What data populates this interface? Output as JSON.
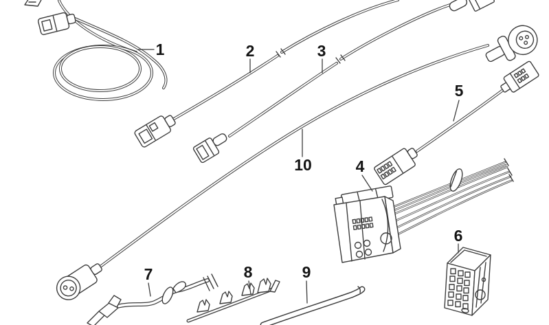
{
  "diagram": {
    "background_color": "#ffffff",
    "line_color": "#3c3c3c",
    "label_color": "#141414",
    "labels": [
      {
        "text": "1"
      },
      {
        "text": "2"
      },
      {
        "text": "3"
      },
      {
        "text": "4"
      },
      {
        "text": "5"
      },
      {
        "text": "6"
      },
      {
        "text": "7"
      },
      {
        "text": "8"
      },
      {
        "text": "9"
      },
      {
        "text": "10"
      }
    ]
  }
}
